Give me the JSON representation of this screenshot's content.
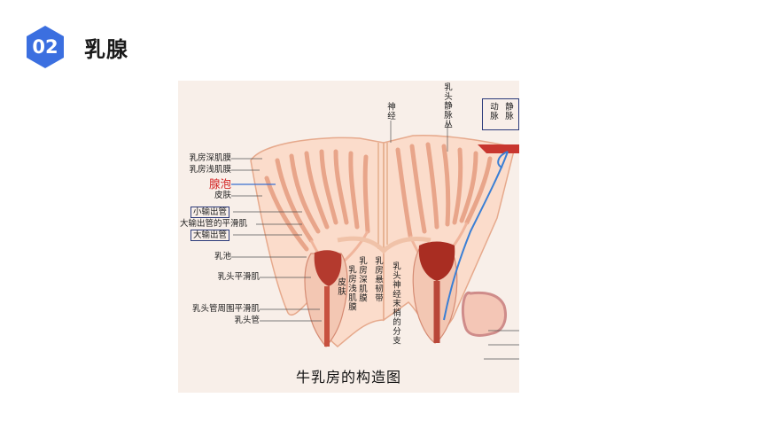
{
  "header": {
    "number": "02",
    "title": "乳腺"
  },
  "colors": {
    "badge": "#3b6fe0",
    "red_label": "#d22323",
    "box": "#2b3a7a",
    "vein": "#3a7fd5",
    "artery": "#c8362f"
  },
  "figure": {
    "caption": "牛乳房的构造图",
    "left_labels": [
      "乳房深肌膜",
      "乳房浅肌膜",
      "腺泡",
      "皮肤",
      "小输出管",
      "大输出管的平滑肌",
      "大输出管",
      "乳池",
      "乳头平滑肌",
      "乳头管周围平滑肌",
      "乳头管"
    ],
    "vertical_labels": [
      "皮肤",
      "乳房浅肌膜",
      "乳房深肌膜",
      "乳房悬韧带",
      "乳头神经末梢的分支",
      "神经",
      "乳头静脉丛",
      "动脉",
      "静脉"
    ]
  }
}
